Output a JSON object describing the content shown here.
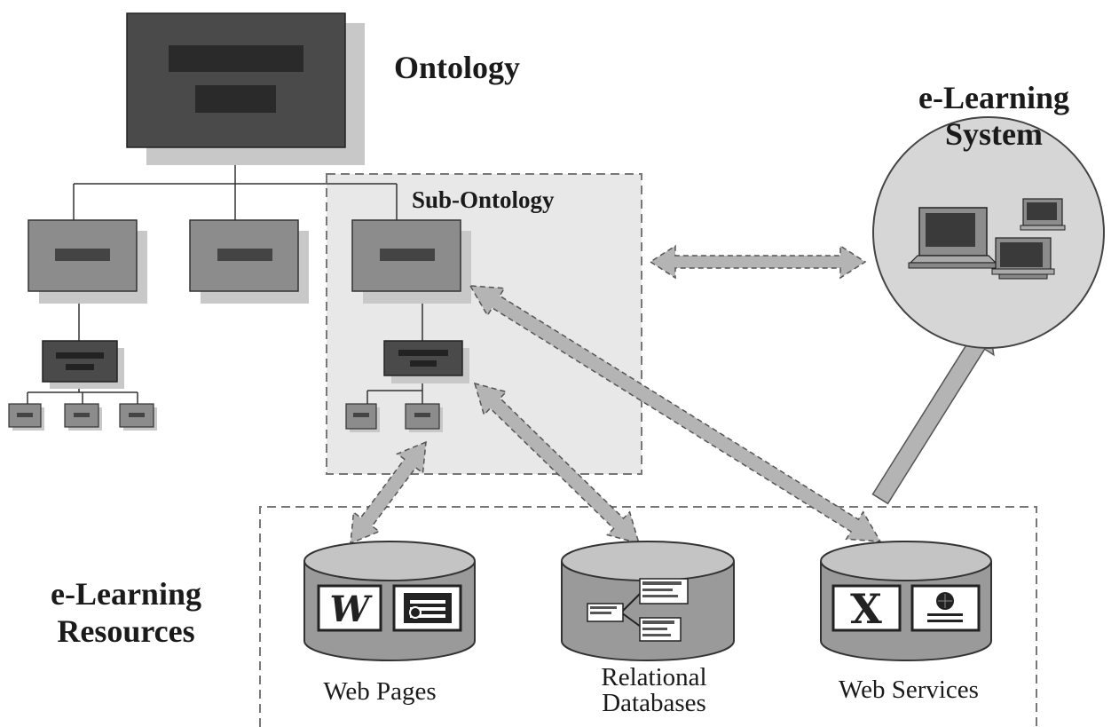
{
  "labels": {
    "ontology": "Ontology",
    "sub_ontology": "Sub-Ontology",
    "elearning_system_line1": "e-Learning",
    "elearning_system_line2": "System",
    "elearning_resources_line1": "e-Learning",
    "elearning_resources_line2": "Resources",
    "web_pages": "Web Pages",
    "relational_line1": "Relational",
    "relational_line2": "Databases",
    "web_services": "Web Services"
  },
  "icons": {
    "word_doc": "W",
    "excel_doc": "X"
  },
  "colors": {
    "dark_box": "#4a4a4a",
    "mid_box": "#8c8c8c",
    "shadow": "#c8c8c8",
    "sub_region": "#e8e8e8",
    "arrow_fill": "#b4b4b4",
    "circle_fill": "#d6d6d6"
  }
}
